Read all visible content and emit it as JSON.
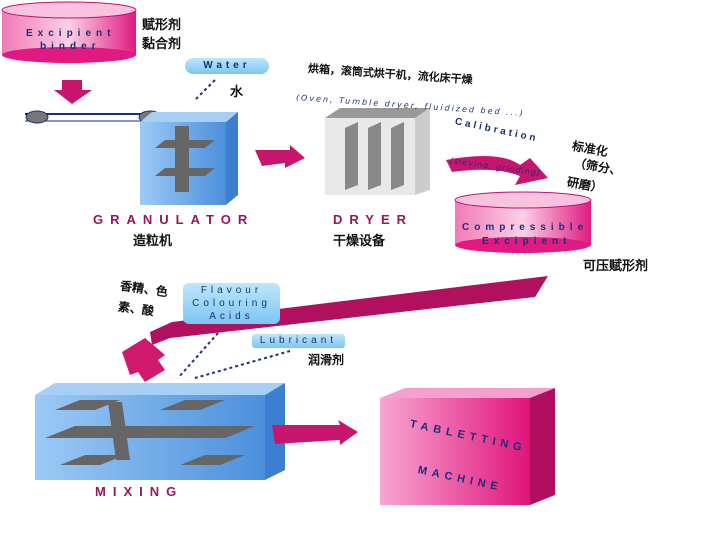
{
  "excipient_binder": {
    "en_line1": "Excipient",
    "en_line2": "binder",
    "cn_line1": "赋形剂",
    "cn_line2": "黏合剂"
  },
  "water": {
    "en": "Water",
    "cn": "水"
  },
  "granulator": {
    "en": "GRANULATOR",
    "cn": "造粒机"
  },
  "dryer": {
    "en": "DRYER",
    "cn": "干燥设备",
    "cn_types": "烘箱，滚筒式烘干机，流化床干燥",
    "en_types": "(Oven, Tumble dryer, fluidized bed ...)"
  },
  "calibration": {
    "en": "Calibration",
    "en_sub": "(sieving, grinding)",
    "cn_line1": "标准化",
    "cn_line2": "（筛分、",
    "cn_line3": "研磨）"
  },
  "compressible": {
    "en_line1": "Compressible",
    "en_line2": "Excipient",
    "cn": "可压赋形剂"
  },
  "flavour": {
    "line1": "Flavour",
    "line2": "Colouring",
    "line3": "Acids",
    "cn_line1": "香精、色",
    "cn_line2": "素、酸"
  },
  "lubricant": {
    "en": "Lubricant",
    "cn": "润滑剂"
  },
  "mixing": {
    "en": "MIXING"
  },
  "tabletting": {
    "line1": "TABLETTING",
    "line2": "MACHINE"
  },
  "colors": {
    "pink": "#e0147a",
    "blue": "#5aa0e6",
    "grey": "#b8b8b8",
    "text": "#1c2f7a"
  }
}
